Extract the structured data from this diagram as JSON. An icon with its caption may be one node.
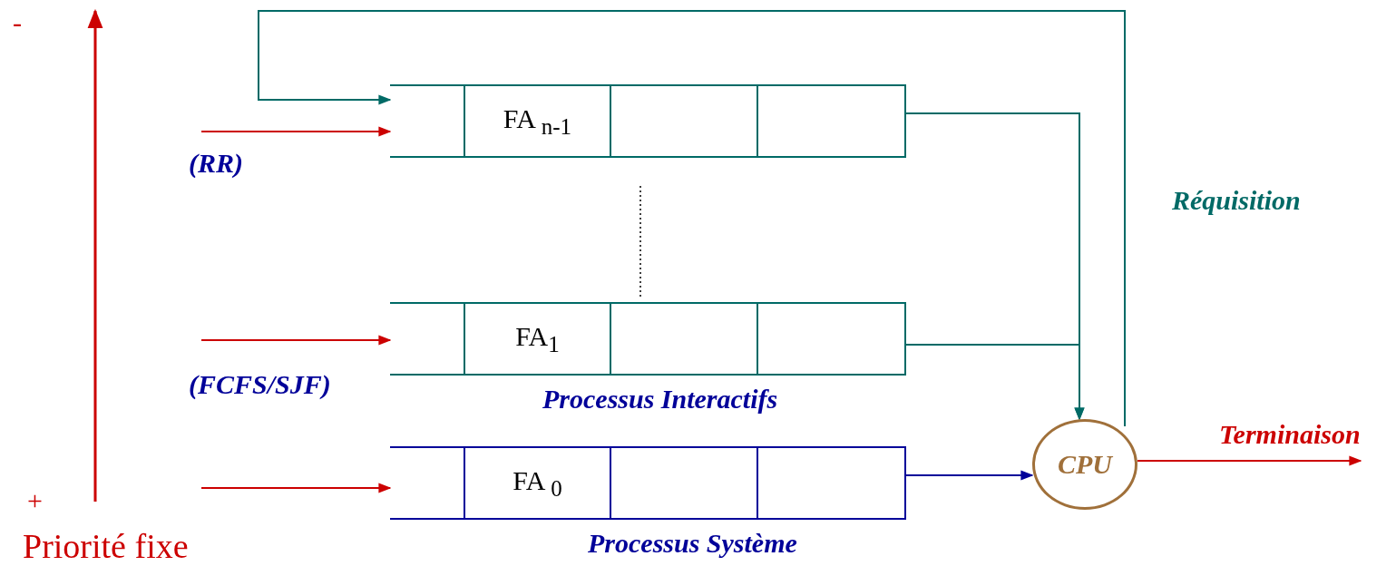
{
  "diagram": {
    "nodes": [
      {
        "text": [
          "FA $_{n-1}$"
        ]
      },
      {
        "text": [
          "FA$_{1}$"
        ],
        "beside": [
          "Processus Interactifs"
        ]
      },
      {
        "text": [
          "FA $_{0}$"
        ],
        "beside": [
          "Processus Système"
        ]
      },
      {
        "text": [
          "CPU"
        ]
      }
    ],
    "edges": [
      {
        "from": null,
        "to": 0,
        "arrow": "to"
      },
      {
        "from": null,
        "to": 1,
        "arrow": "to"
      },
      {
        "from": null,
        "to": 2,
        "arrow": "to"
      },
      {
        "from": 0,
        "to": 3,
        "arrow": "to",
        "color": "#006a66"
      },
      {
        "from": 1,
        "to": 3,
        "arrow": "to",
        "color": "#006a66"
      },
      {
        "from": 2,
        "to": 3,
        "arrow": "to",
        "color": "#000099"
      },
      {
        "from": 3,
        "to": 0,
        "arrow": "to",
        "label": "Réquisition",
        "color": "#006a66"
      },
      {
        "from": 3,
        "to": null,
        "arrow": "to",
        "label": "Terminaison"
      }
    ],
    "labels": [
      "-",
      "(RR)",
      "(FCFS/SJF)",
      "+",
      "Priorité fixe"
    ]
  }
}
